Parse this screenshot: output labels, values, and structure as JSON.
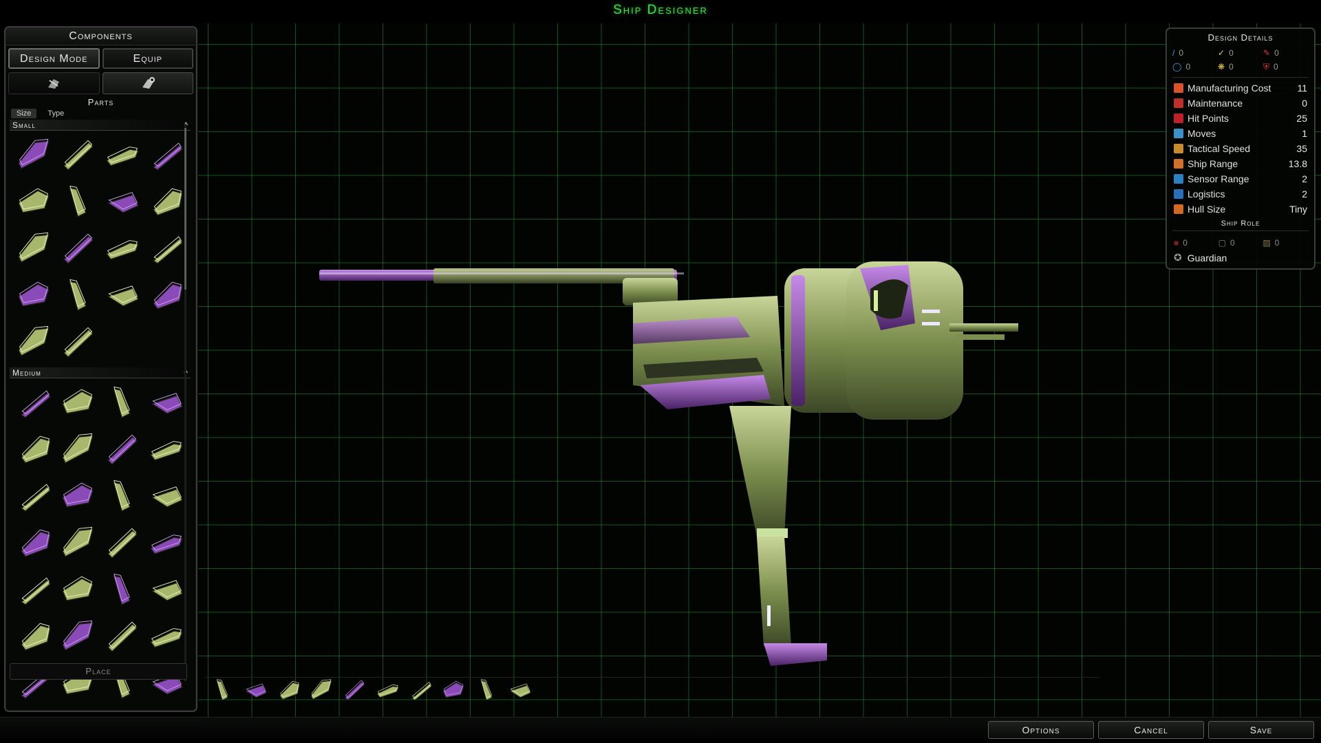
{
  "window": {
    "title": "Ship Designer"
  },
  "components": {
    "header": "Components",
    "modes": [
      "Design Mode",
      "Equip"
    ],
    "active_mode": "Design Mode",
    "tabs": [
      {
        "icon": "hull-parts-icon"
      },
      {
        "icon": "wrench-parts-icon",
        "active": true
      }
    ],
    "parts_label": "Parts",
    "sort": [
      "Size",
      "Type"
    ],
    "active_sort": "Size",
    "sections": [
      {
        "title": "Small",
        "count": 18
      },
      {
        "title": "Medium",
        "count": 28
      }
    ],
    "place_label": "Place"
  },
  "details": {
    "header": "Design Details",
    "weapons": [
      {
        "icon": "beam-weapon-icon",
        "value": "0",
        "color": "#39a0e8"
      },
      {
        "icon": "missile-weapon-icon",
        "value": "0",
        "color": "#e8d23a"
      },
      {
        "icon": "kinetic-weapon-icon",
        "value": "0",
        "color": "#e03a3a"
      },
      {
        "icon": "shield-defense-icon",
        "value": "0",
        "color": "#39a0e8"
      },
      {
        "icon": "point-defense-icon",
        "value": "0",
        "color": "#e8d23a"
      },
      {
        "icon": "armor-defense-icon",
        "value": "0",
        "color": "#e03a3a"
      }
    ],
    "stats": [
      {
        "label": "Manufacturing Cost",
        "value": "11",
        "color": "#d9532a"
      },
      {
        "label": "Maintenance",
        "value": "0",
        "color": "#c0302a"
      },
      {
        "label": "Hit Points",
        "value": "25",
        "color": "#c0202a"
      },
      {
        "label": "Moves",
        "value": "1",
        "color": "#3a90c8"
      },
      {
        "label": "Tactical Speed",
        "value": "35",
        "color": "#c88a2a"
      },
      {
        "label": "Ship Range",
        "value": "13.8",
        "color": "#d0702a"
      },
      {
        "label": "Sensor Range",
        "value": "2",
        "color": "#2a80c0"
      },
      {
        "label": "Logistics",
        "value": "2",
        "color": "#2a70b8"
      },
      {
        "label": "Hull Size",
        "value": "Tiny",
        "color": "#d06a22"
      }
    ],
    "ship_role_header": "Ship Role",
    "role_stats": [
      {
        "icon": "attack-role-icon",
        "value": "0"
      },
      {
        "icon": "support-role-icon",
        "value": "0"
      },
      {
        "icon": "defense-role-icon",
        "value": "0"
      }
    ],
    "role": "Guardian"
  },
  "tray": {
    "count": 10
  },
  "footer": {
    "options": "Options",
    "cancel": "Cancel",
    "save": "Save"
  },
  "colors": {
    "accent_green": "#3fe04a",
    "grid": "#289632",
    "hull_green": "#8fa15a",
    "hull_purple": "#8a4bb8"
  }
}
